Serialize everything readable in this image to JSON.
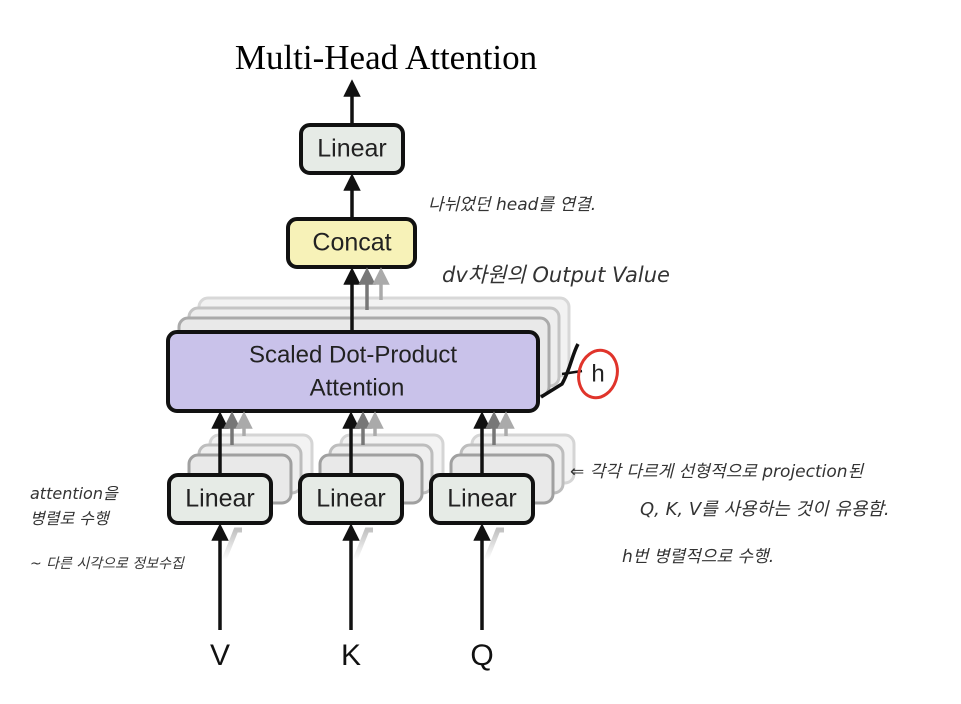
{
  "title": "Multi-Head Attention",
  "boxes": {
    "linear_top": "Linear",
    "concat": "Concat",
    "sdpa_line1": "Scaled Dot-Product",
    "sdpa_line2": "Attention",
    "linear_v": "Linear",
    "linear_k": "Linear",
    "linear_q": "Linear"
  },
  "inputs": {
    "v": "V",
    "k": "K",
    "q": "Q"
  },
  "head_label": "h",
  "notes": {
    "concat_note": "나뉘었던 head를 연결.",
    "output_note": "dv차원의 Output Value",
    "left_note_line1": "attention을",
    "left_note_line2": "병렬로 수행",
    "left_note_line3": "~ 다른 시각으로 정보수집",
    "right_note_line1": "⇐ 각각 다르게 선형적으로 projection된",
    "right_note_line2": "Q, K, V를 사용하는 것이 유용함.",
    "right_note_line3": "h번 병렬적으로 수행."
  },
  "colors": {
    "linear_fill": "#e6ebe6",
    "concat_fill": "#f7f2b8",
    "sdpa_fill": "#c9c2ea",
    "head_circle": "#e0342b",
    "stroke": "#111111"
  }
}
